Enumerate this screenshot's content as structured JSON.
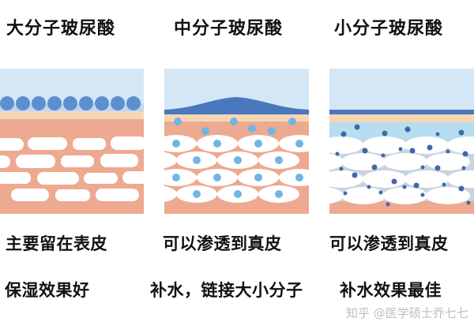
{
  "panels": [
    {
      "title": "大分子玻尿酸",
      "caption_line1": "主要留在表皮",
      "caption_line2": "保湿效果好",
      "molecule_color": "#5b8fd0"
    },
    {
      "title": "中分子玻尿酸",
      "caption_line1": "可以渗透到真皮",
      "caption_line2": "补水，链接大小分子",
      "molecule_color": "#6fb6e3"
    },
    {
      "title": "小分子玻尿酸",
      "caption_line1": "可以渗透到真皮",
      "caption_line2": "补水效果最佳",
      "molecule_color": "#3d6aa8"
    }
  ],
  "colors": {
    "sky": "#d3e7f7",
    "film": "#4a78bd",
    "epidermis": "#f6d6b3",
    "dermis": "#eea991",
    "cell": "#ffffff",
    "hydrated_tissue": "#c9d4de",
    "hydrated_top": "#b7ddf0"
  },
  "watermark": "知乎 @医学硕士乔七七"
}
